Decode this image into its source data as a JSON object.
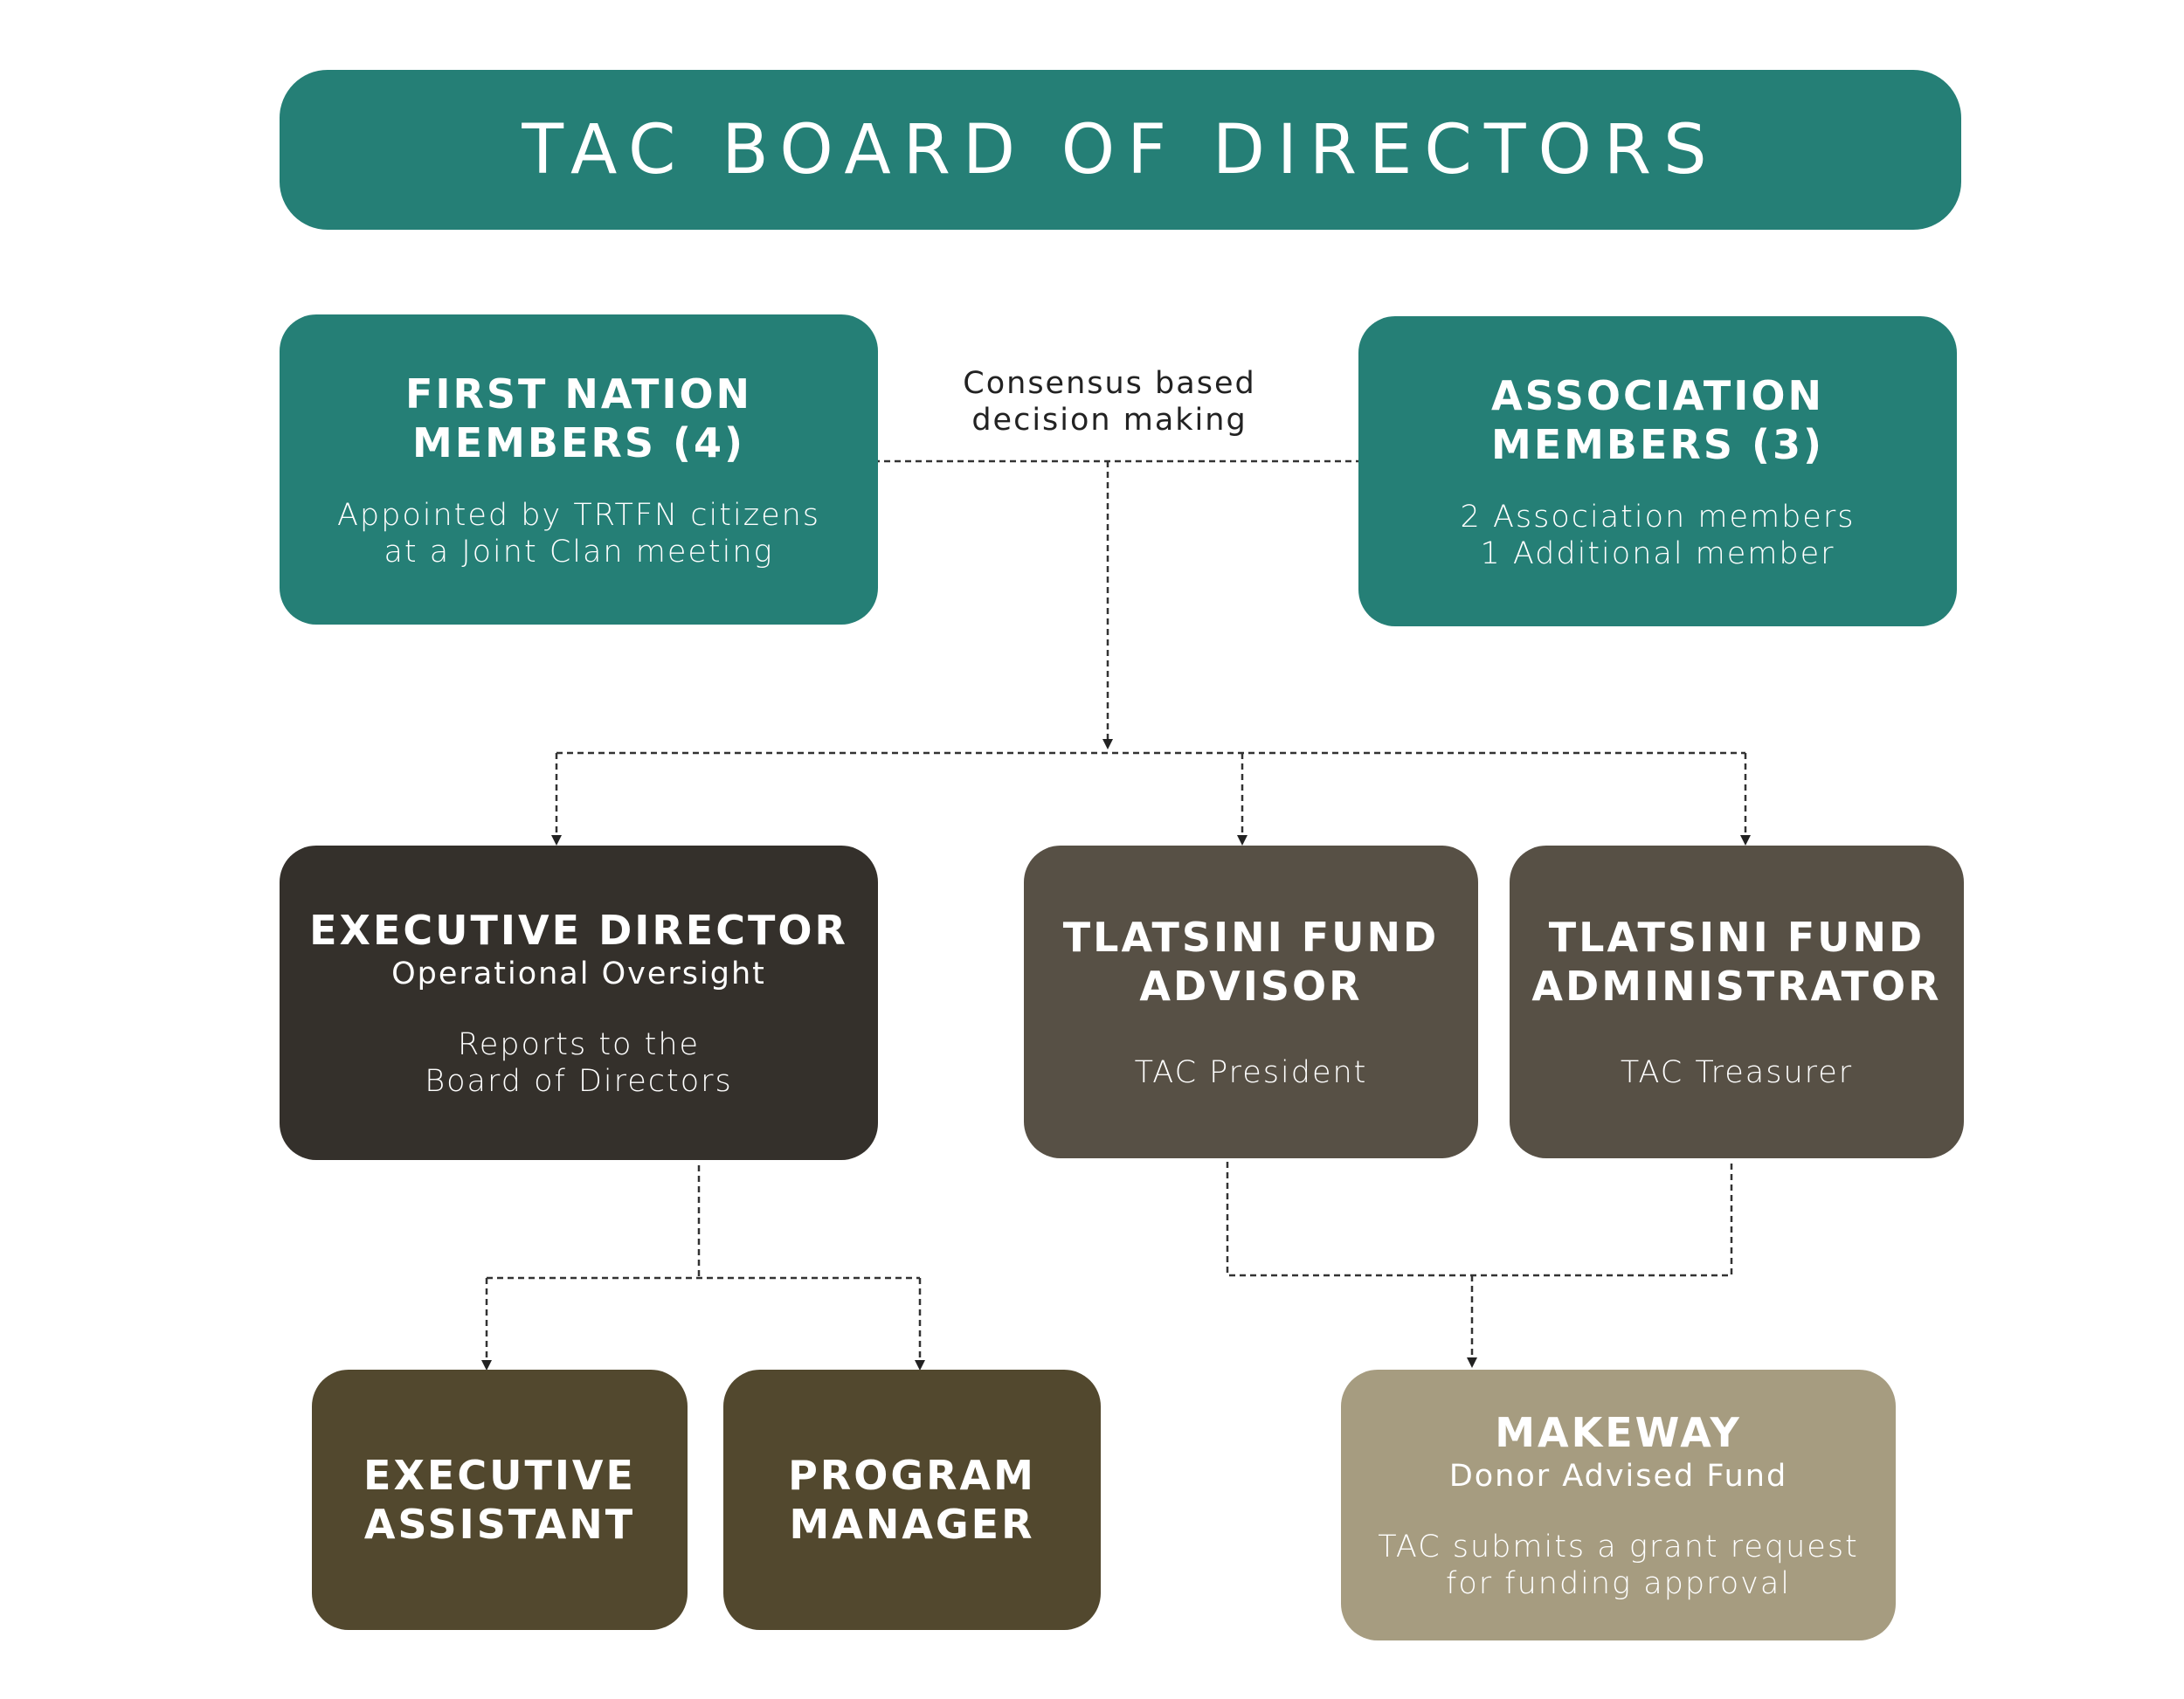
{
  "title": "TAC BOARD OF DIRECTORS",
  "consensus_label": [
    "Consensus based",
    "decision making"
  ],
  "first_nation": {
    "heading": [
      "FIRST NATION",
      "MEMBERS (4)"
    ],
    "desc": [
      "Appointed by TRTFN citizens",
      "at a Joint Clan meeting"
    ]
  },
  "association": {
    "heading": [
      "ASSOCIATION",
      "MEMBERS (3)"
    ],
    "desc": [
      "2 Association members",
      "1 Additional member"
    ]
  },
  "executive_director": {
    "heading": "EXECUTIVE DIRECTOR",
    "sub": "Operational Oversight",
    "desc": [
      "Reports to the",
      "Board of Directors"
    ]
  },
  "fund_advisor": {
    "heading": [
      "TLATSINI FUND",
      "ADVISOR"
    ],
    "desc": "TAC President"
  },
  "fund_administrator": {
    "heading": [
      "TLATSINI FUND",
      "ADMINISTRATOR"
    ],
    "desc": "TAC Treasurer"
  },
  "executive_assistant": {
    "heading": [
      "EXECUTIVE",
      "ASSISTANT"
    ]
  },
  "program_manager": {
    "heading": [
      "PROGRAM",
      "MANAGER"
    ]
  },
  "makeway": {
    "heading": "MAKEWAY",
    "sub": "Donor Advised Fund",
    "desc": [
      "TAC submits a grant request",
      "for funding approval"
    ]
  },
  "colors": {
    "teal": "#257f76",
    "dark": "#34302b",
    "brown": "#575045",
    "olive": "#52482e",
    "tan": "#a69c80"
  }
}
